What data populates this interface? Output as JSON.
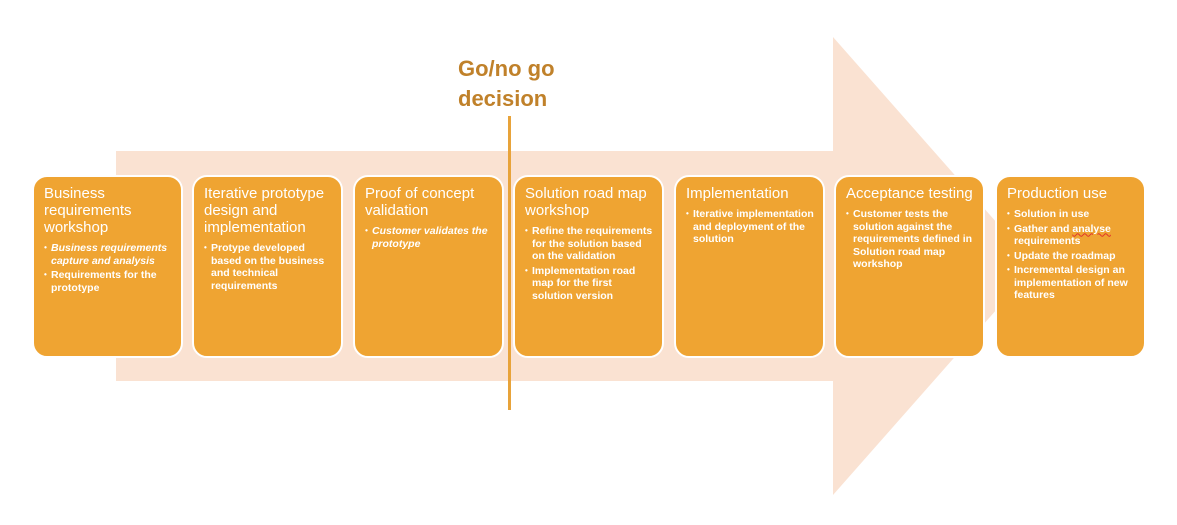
{
  "decision": {
    "title": "Go/no go decision"
  },
  "colors": {
    "arrow": "#fae2d2",
    "stage_fill": "#efa432",
    "decision_text": "#c0812a",
    "decision_line": "#e8a33a"
  },
  "stages": [
    {
      "title": "Business requirements workshop",
      "bullets": [
        {
          "text": "Business requirements capture and analysis",
          "italic": true
        },
        {
          "text": "Requirements for the prototype",
          "italic": false
        }
      ]
    },
    {
      "title": "Iterative prototype design and implementation",
      "bullets": [
        {
          "text": "Protype developed based on the business and technical requirements",
          "italic": false
        }
      ]
    },
    {
      "title": "Proof of concept validation",
      "bullets": [
        {
          "text": "Customer validates the prototype",
          "italic": true
        }
      ]
    },
    {
      "title": "Solution road map workshop",
      "bullets": [
        {
          "text": "Refine the requirements for the solution based on the validation",
          "italic": false
        },
        {
          "text": "Implementation road map for the first solution version",
          "italic": false
        }
      ]
    },
    {
      "title": "Implementation",
      "bullets": [
        {
          "text": "Iterative implementation and deployment of the solution",
          "italic": false
        }
      ]
    },
    {
      "title": "Acceptance testing",
      "bullets": [
        {
          "text": "Customer tests the solution against the requirements defined in Solution road map workshop",
          "italic": false
        }
      ]
    },
    {
      "title": "Production use",
      "bullets": [
        {
          "text": "Solution in use",
          "italic": false
        },
        {
          "text": "Gather and analyse requirements",
          "italic": false
        },
        {
          "text": "Update the roadmap",
          "italic": false
        },
        {
          "text": "Incremental design an implementation of new features",
          "italic": false
        }
      ]
    }
  ]
}
